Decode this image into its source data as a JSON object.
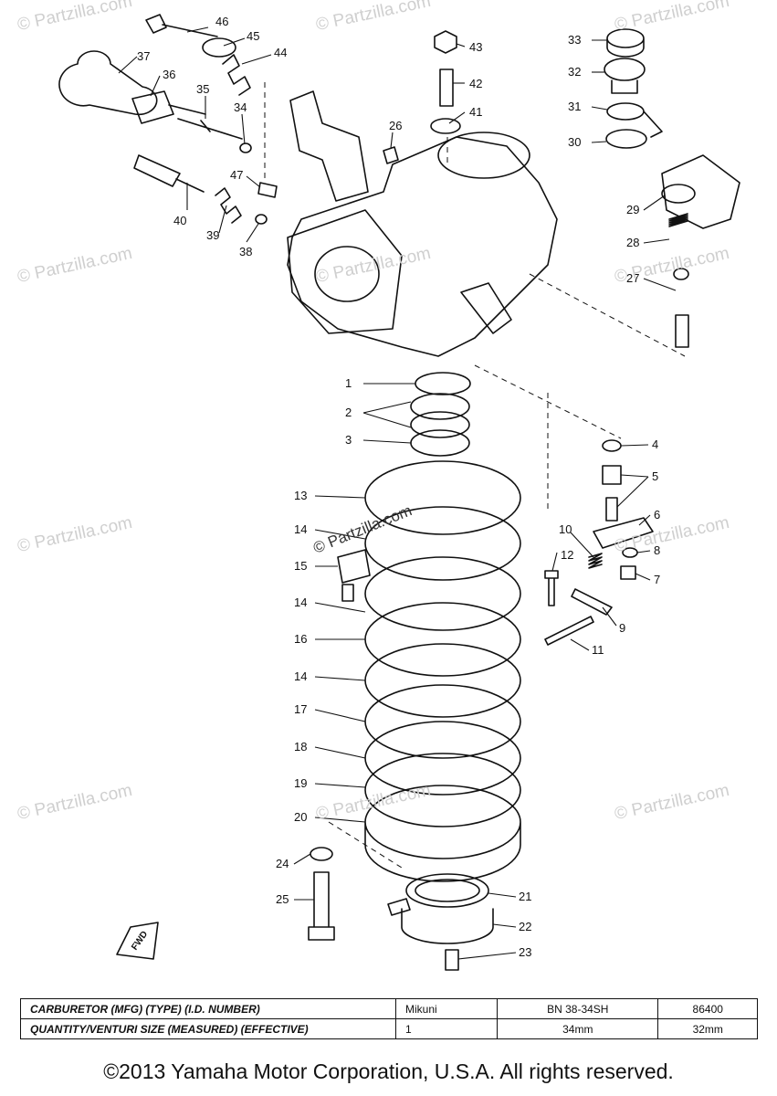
{
  "watermark": {
    "text": "© Partzilla.com"
  },
  "callouts": [
    "46",
    "45",
    "44",
    "37",
    "36",
    "35",
    "34",
    "26",
    "47",
    "40",
    "39",
    "38",
    "43",
    "42",
    "41",
    "33",
    "32",
    "31",
    "30",
    "29",
    "28",
    "27",
    "1",
    "2",
    "3",
    "4",
    "5",
    "6",
    "8",
    "7",
    "9",
    "10",
    "12",
    "11",
    "13",
    "14",
    "15",
    "14",
    "16",
    "14",
    "17",
    "18",
    "19",
    "20",
    "24",
    "25",
    "21",
    "22",
    "23"
  ],
  "badge": "FWD",
  "spec_table": {
    "row1": {
      "label": "CARBURETOR (MFG) (TYPE) (I.D. NUMBER)",
      "mfg": "Mikuni",
      "type": "BN 38-34SH",
      "id": "86400"
    },
    "row2": {
      "label": "QUANTITY/VENTURI SIZE (MEASURED) (EFFECTIVE)",
      "qty": "1",
      "measured": "34mm",
      "effective": "32mm"
    }
  },
  "copyright": "©2013  Yamaha Motor Corporation, U.S.A. All rights reserved."
}
